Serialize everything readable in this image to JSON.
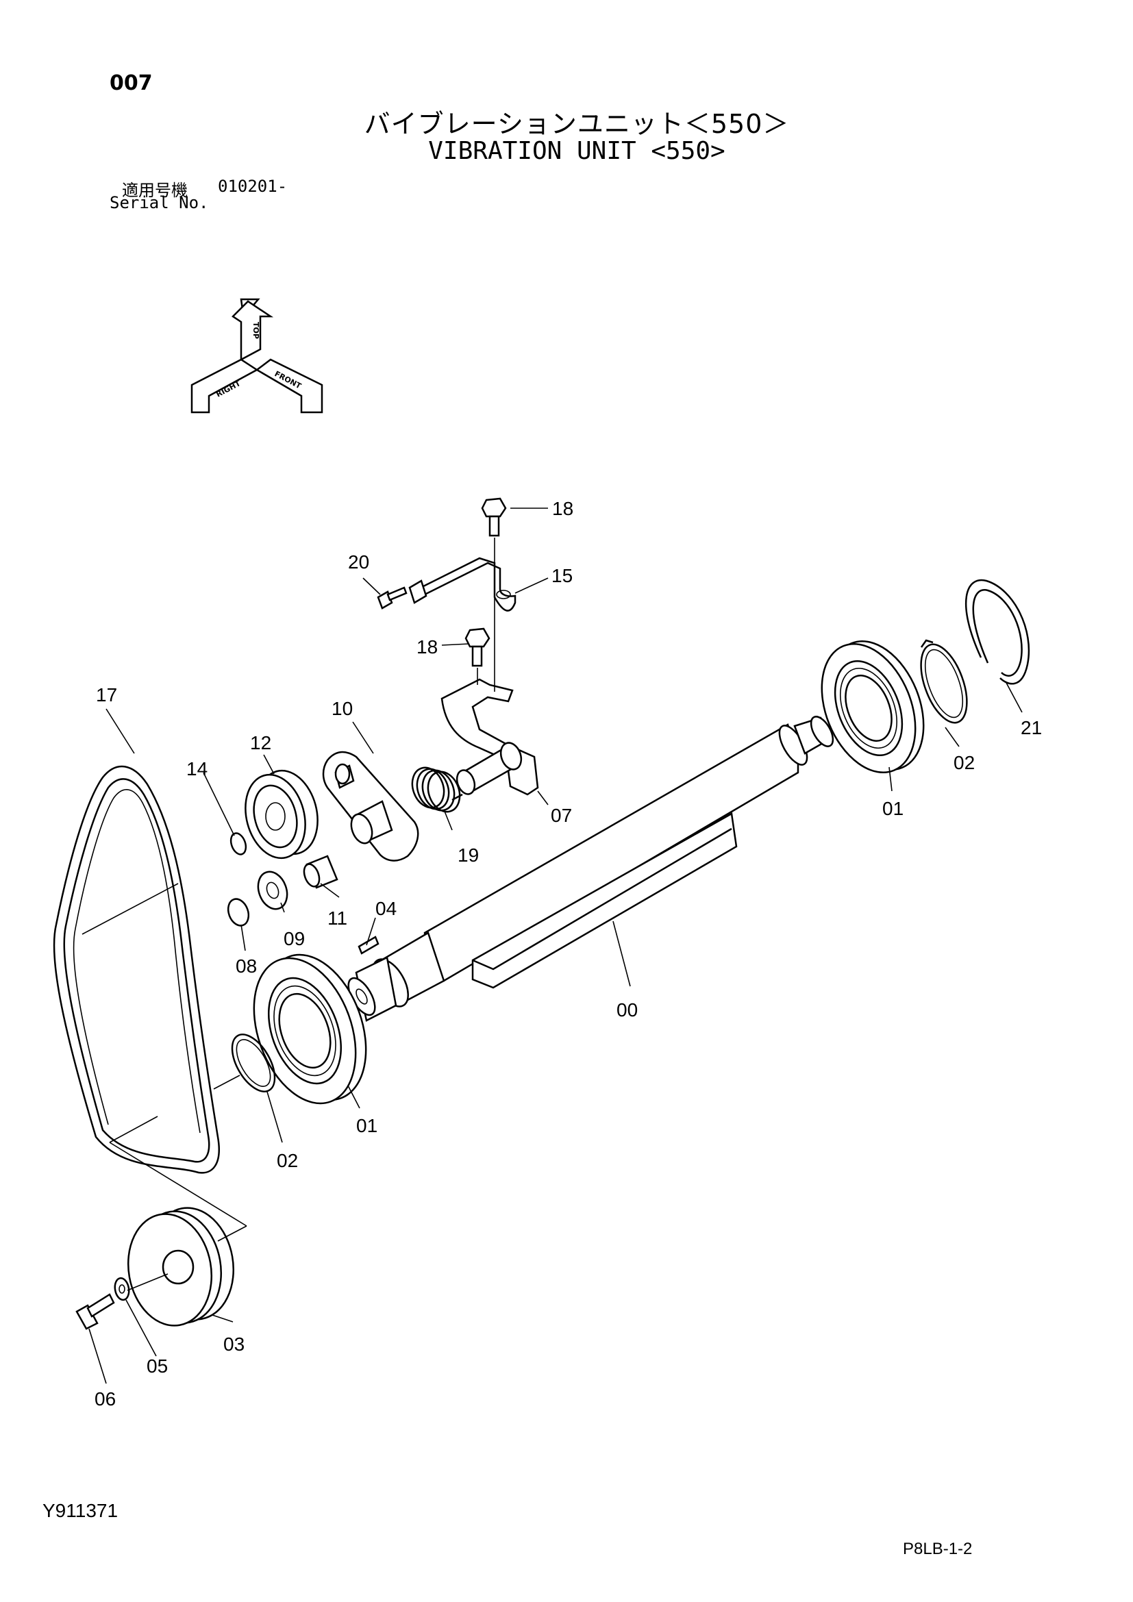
{
  "header": {
    "page_number": "007",
    "title_jp": "バイブレーションユニット＜550＞",
    "title_en": "VIBRATION UNIT <550>",
    "serial_label_jp": "適用号機",
    "serial_value": "010201-",
    "serial_label_en": "Serial No."
  },
  "compass": {
    "top": "TOP",
    "right": "RIGHT",
    "front": "FRONT"
  },
  "parts": [
    {
      "id": "part-00",
      "label": "00"
    },
    {
      "id": "part-01-right",
      "label": "01"
    },
    {
      "id": "part-01-left",
      "label": "01"
    },
    {
      "id": "part-02-right",
      "label": "02"
    },
    {
      "id": "part-02-left",
      "label": "02"
    },
    {
      "id": "part-03",
      "label": "03"
    },
    {
      "id": "part-04",
      "label": "04"
    },
    {
      "id": "part-05",
      "label": "05"
    },
    {
      "id": "part-06",
      "label": "06"
    },
    {
      "id": "part-07",
      "label": "07"
    },
    {
      "id": "part-08",
      "label": "08"
    },
    {
      "id": "part-09",
      "label": "09"
    },
    {
      "id": "part-10",
      "label": "10"
    },
    {
      "id": "part-11",
      "label": "11"
    },
    {
      "id": "part-12",
      "label": "12"
    },
    {
      "id": "part-14",
      "label": "14"
    },
    {
      "id": "part-15",
      "label": "15"
    },
    {
      "id": "part-17",
      "label": "17"
    },
    {
      "id": "part-18-top",
      "label": "18"
    },
    {
      "id": "part-18-bottom",
      "label": "18"
    },
    {
      "id": "part-19",
      "label": "19"
    },
    {
      "id": "part-20",
      "label": "20"
    },
    {
      "id": "part-21",
      "label": "21"
    }
  ],
  "footer": {
    "document_id": "Y911371",
    "sheet_code": "P8LB-1-2"
  }
}
